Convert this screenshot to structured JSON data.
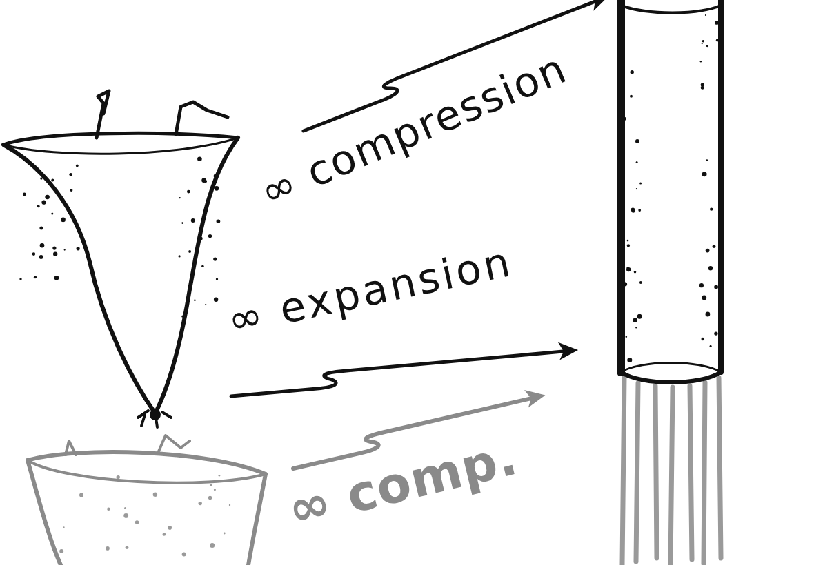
{
  "diagram": {
    "labels": [
      "∞ compression",
      "∞ expansion",
      "∞ comp."
    ]
  }
}
